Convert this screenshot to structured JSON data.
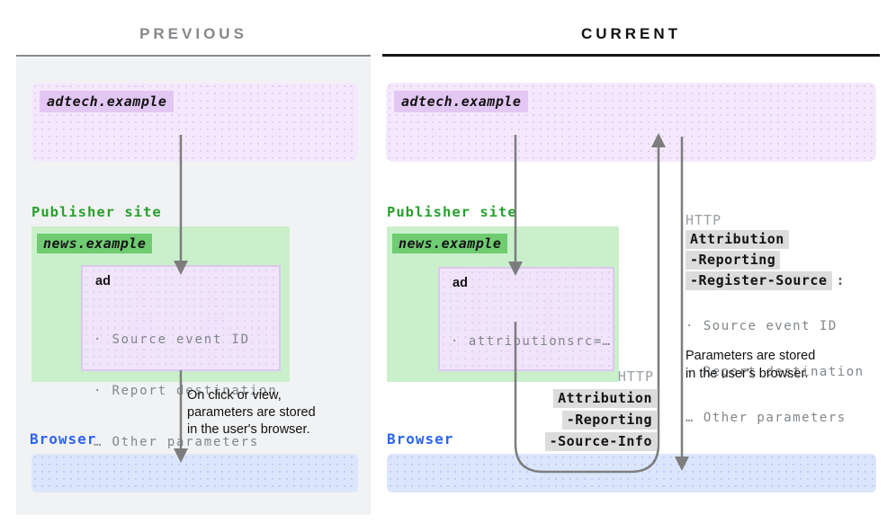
{
  "header": {
    "previous_label": "PREVIOUS",
    "current_label": "CURRENT"
  },
  "previous": {
    "adtech_label": "adtech.example",
    "publisher_label": "Publisher site",
    "news_label": "news.example",
    "ad_label": "ad",
    "ad_params": [
      "· Source event ID",
      "· Report destination",
      "… Other parameters"
    ],
    "note_lines": [
      "On click or view,",
      "parameters are stored",
      "in the user's browser."
    ],
    "browser_label": "Browser"
  },
  "current": {
    "adtech_label": "adtech.example",
    "publisher_label": "Publisher site",
    "news_label": "news.example",
    "ad_label": "ad",
    "ad_params": [
      "· attributionsrc=…"
    ],
    "browser_label": "Browser",
    "register_source_block": {
      "protocol": "HTTP",
      "header_lines": [
        "Attribution",
        "-Reporting",
        "-Register-Source"
      ],
      "colon": ":",
      "params": [
        "· Source event ID",
        "· Report destination",
        "… Other parameters"
      ],
      "note_lines": [
        "Parameters are stored",
        "in the user's browser."
      ]
    },
    "source_info_block": {
      "protocol": "HTTP",
      "header_lines": [
        "Attribution",
        "-Reporting",
        "-Source-Info"
      ]
    }
  },
  "colors": {
    "previous_header": "#85878a",
    "current_header": "#111111",
    "panel_bg": "#f1f2f3",
    "adtech_box_bg": "#f4e9fc",
    "adtech_chip_bg": "#e3c7f3",
    "publisher_green": "#27a02c",
    "publisher_box_bg": "#c9f0ca",
    "news_chip_bg": "#6fcc72",
    "ad_box_bg": "#f0e4fa",
    "ad_box_border": "#dcc8ef",
    "param_gray": "#80868b",
    "http_gray": "#9aa0a6",
    "http_chip_bg": "#dcdcdc",
    "browser_blue": "#2c64f4",
    "browser_box_bg": "#dbe6fc",
    "arrow_gray": "#7d7d7d"
  }
}
